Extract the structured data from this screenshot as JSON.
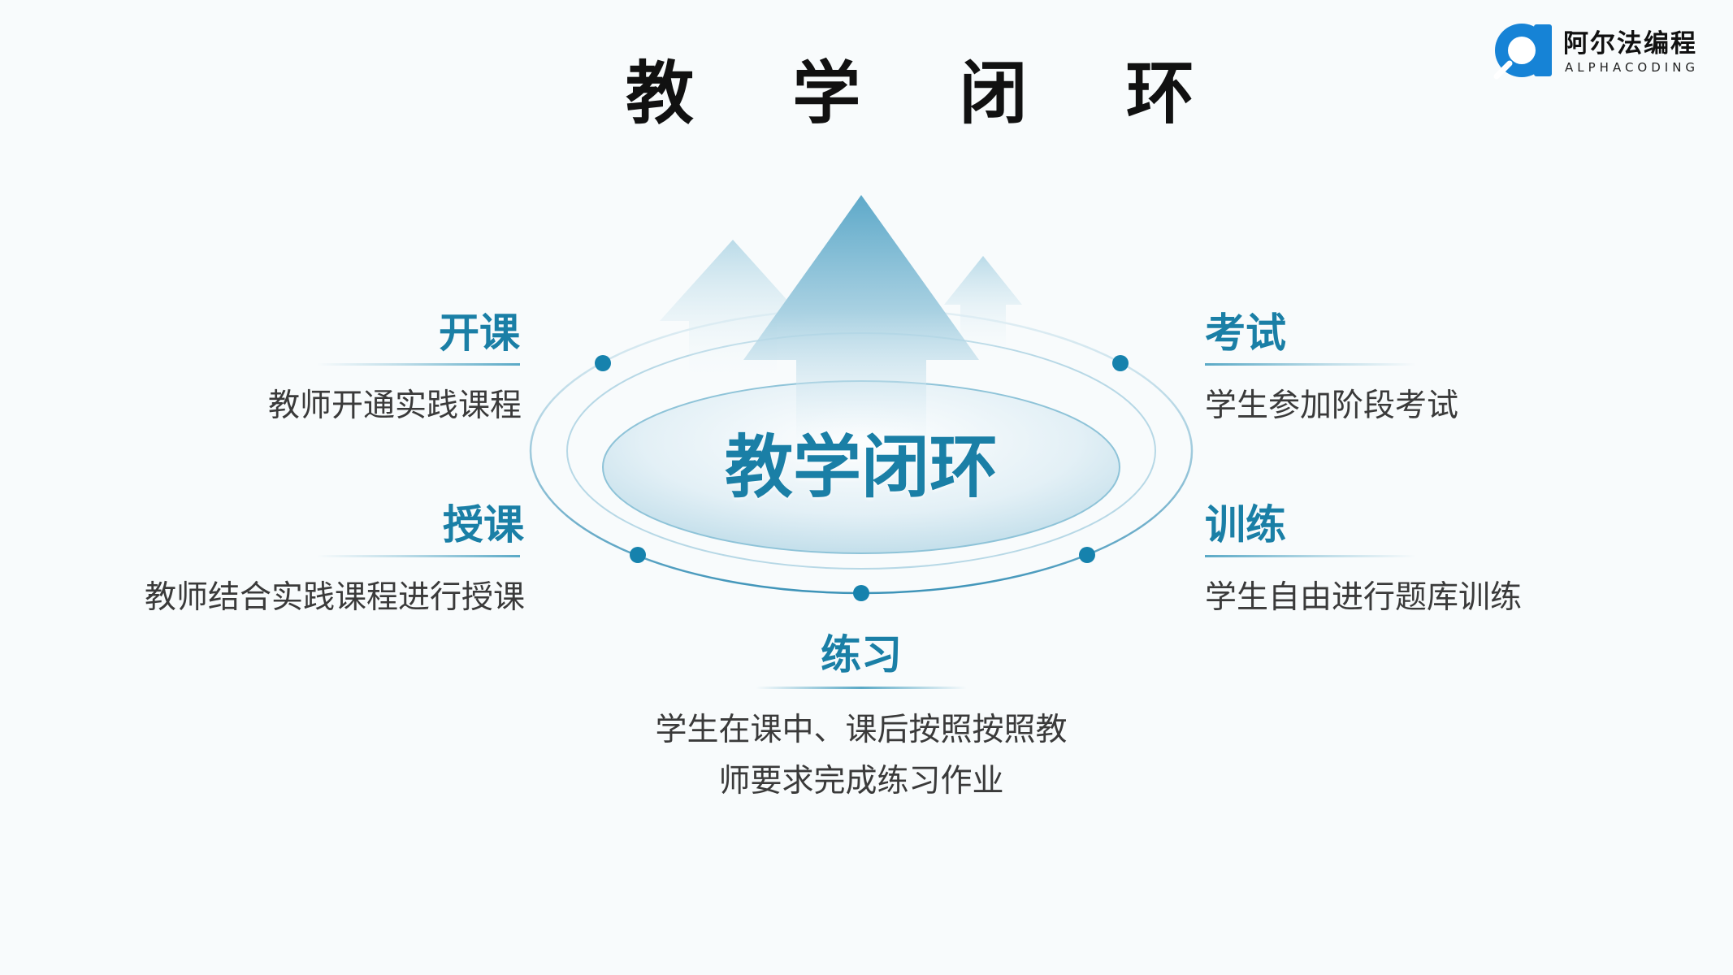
{
  "title": "教 学 闭 环",
  "logo": {
    "name": "阿尔法编程",
    "subtitle": "ALPHACODING"
  },
  "diagram": {
    "center_label": "教学闭环",
    "nodes": [
      {
        "id": "kaike",
        "title": "开课",
        "desc": "教师开通实践课程"
      },
      {
        "id": "shouke",
        "title": "授课",
        "desc": "教师结合实践课程进行授课"
      },
      {
        "id": "lianxi",
        "title": "练习",
        "desc_lines": [
          "学生在课中、课后按照按照教",
          "师要求完成练习作业"
        ]
      },
      {
        "id": "xunlian",
        "title": "训练",
        "desc": "学生自由进行题库训练"
      },
      {
        "id": "kaoshi",
        "title": "考试",
        "desc": "学生参加阶段考试"
      }
    ]
  },
  "colors": {
    "accent": "#1a7fa6",
    "dot": "#1682ad",
    "text": "#3a3a3a",
    "background": "#f8fbfc"
  }
}
